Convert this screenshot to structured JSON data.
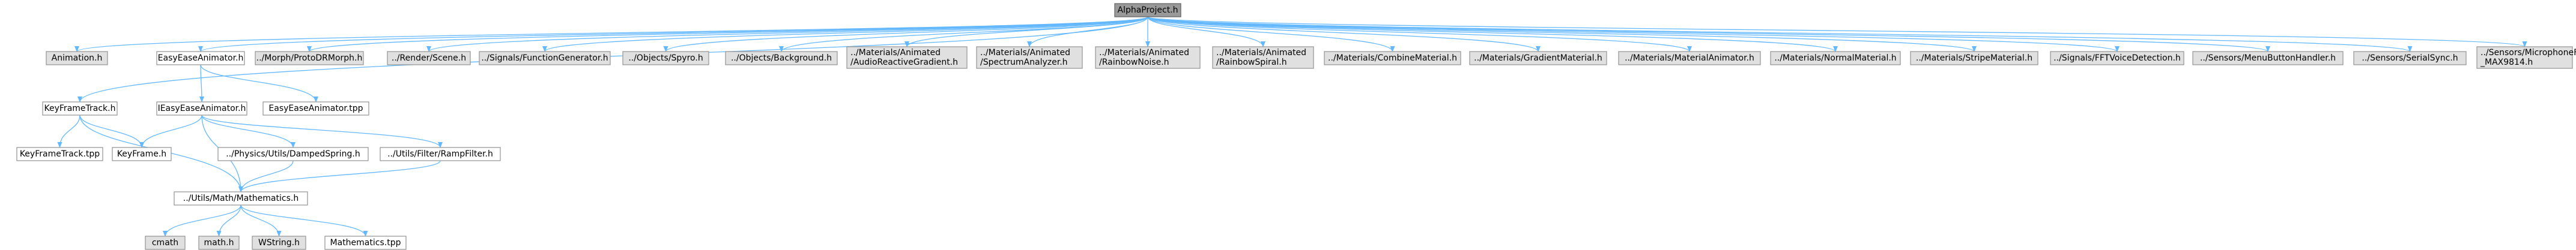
{
  "diagram": {
    "title": "",
    "colors": {
      "root_fill": "#999999",
      "root_border": "#666666",
      "system_fill": "#e0e0e0",
      "system_border": "#999999",
      "local_fill": "#ffffff",
      "local_border": "#999999",
      "edge": "#63b8ff",
      "text": "#000000"
    },
    "nodes": [
      {
        "id": "root",
        "style": "root",
        "lines": [
          "AlphaProject.h"
        ]
      },
      {
        "id": "animation",
        "style": "system",
        "lines": [
          "Animation.h"
        ]
      },
      {
        "id": "easeanimator",
        "style": "local",
        "lines": [
          "EasyEaseAnimator.h"
        ]
      },
      {
        "id": "protodrmorph",
        "style": "system",
        "lines": [
          "../Morph/ProtoDRMorph.h"
        ]
      },
      {
        "id": "scene",
        "style": "system",
        "lines": [
          "../Render/Scene.h"
        ]
      },
      {
        "id": "funcgen",
        "style": "system",
        "lines": [
          "../Signals/FunctionGenerator.h"
        ]
      },
      {
        "id": "spyro",
        "style": "system",
        "lines": [
          "../Objects/Spyro.h"
        ]
      },
      {
        "id": "background",
        "style": "system",
        "lines": [
          "../Objects/Background.h"
        ]
      },
      {
        "id": "audiograd",
        "style": "system",
        "lines": [
          "../Materials/Animated",
          "/AudioReactiveGradient.h"
        ]
      },
      {
        "id": "spectrum",
        "style": "system",
        "lines": [
          "../Materials/Animated",
          "/SpectrumAnalyzer.h"
        ]
      },
      {
        "id": "rainbownoise",
        "style": "system",
        "lines": [
          "../Materials/Animated",
          "/RainbowNoise.h"
        ]
      },
      {
        "id": "rainbowspiral",
        "style": "system",
        "lines": [
          "../Materials/Animated",
          "/RainbowSpiral.h"
        ]
      },
      {
        "id": "combinemat",
        "style": "system",
        "lines": [
          "../Materials/CombineMaterial.h"
        ]
      },
      {
        "id": "gradientmat",
        "style": "system",
        "lines": [
          "../Materials/GradientMaterial.h"
        ]
      },
      {
        "id": "materialanim",
        "style": "system",
        "lines": [
          "../Materials/MaterialAnimator.h"
        ]
      },
      {
        "id": "normalmat",
        "style": "system",
        "lines": [
          "../Materials/NormalMaterial.h"
        ]
      },
      {
        "id": "stripemat",
        "style": "system",
        "lines": [
          "../Materials/StripeMaterial.h"
        ]
      },
      {
        "id": "fftvoice",
        "style": "system",
        "lines": [
          "../Signals/FFTVoiceDetection.h"
        ]
      },
      {
        "id": "menubutton",
        "style": "system",
        "lines": [
          "../Sensors/MenuButtonHandler.h"
        ]
      },
      {
        "id": "serialsync",
        "style": "system",
        "lines": [
          "../Sensors/SerialSync.h"
        ]
      },
      {
        "id": "micfourier",
        "style": "system",
        "lines": [
          "../Sensors/MicrophoneFourier",
          "_MAX9814.h"
        ]
      },
      {
        "id": "keyframetrack",
        "style": "local",
        "lines": [
          "KeyFrameTrack.h"
        ]
      },
      {
        "id": "ieaseanimator",
        "style": "local",
        "lines": [
          "IEasyEaseAnimator.h"
        ]
      },
      {
        "id": "easeanimatortpp",
        "style": "local",
        "lines": [
          "EasyEaseAnimator.tpp"
        ]
      },
      {
        "id": "keyframetracktpp",
        "style": "local",
        "lines": [
          "KeyFrameTrack.tpp"
        ]
      },
      {
        "id": "keyframe",
        "style": "local",
        "lines": [
          "KeyFrame.h"
        ]
      },
      {
        "id": "dampedspring",
        "style": "local",
        "lines": [
          "../Physics/Utils/DampedSpring.h"
        ]
      },
      {
        "id": "rampfilter",
        "style": "local",
        "lines": [
          "../Utils/Filter/RampFilter.h"
        ]
      },
      {
        "id": "mathematics",
        "style": "local",
        "lines": [
          "../Utils/Math/Mathematics.h"
        ]
      },
      {
        "id": "cmath",
        "style": "system",
        "lines": [
          "cmath"
        ]
      },
      {
        "id": "mathh",
        "style": "system",
        "lines": [
          "math.h"
        ]
      },
      {
        "id": "wstring",
        "style": "system",
        "lines": [
          "WString.h"
        ]
      },
      {
        "id": "mathtpp",
        "style": "local",
        "lines": [
          "Mathematics.tpp"
        ]
      }
    ],
    "edges": [
      [
        "root",
        "animation"
      ],
      [
        "root",
        "easeanimator"
      ],
      [
        "root",
        "protodrmorph"
      ],
      [
        "root",
        "scene"
      ],
      [
        "root",
        "funcgen"
      ],
      [
        "root",
        "spyro"
      ],
      [
        "root",
        "background"
      ],
      [
        "root",
        "audiograd"
      ],
      [
        "root",
        "spectrum"
      ],
      [
        "root",
        "rainbownoise"
      ],
      [
        "root",
        "rainbowspiral"
      ],
      [
        "root",
        "combinemat"
      ],
      [
        "root",
        "gradientmat"
      ],
      [
        "root",
        "materialanim"
      ],
      [
        "root",
        "normalmat"
      ],
      [
        "root",
        "stripemat"
      ],
      [
        "root",
        "fftvoice"
      ],
      [
        "root",
        "menubutton"
      ],
      [
        "root",
        "serialsync"
      ],
      [
        "root",
        "micfourier"
      ],
      [
        "root",
        "keyframetrack"
      ],
      [
        "easeanimator",
        "ieaseanimator"
      ],
      [
        "easeanimator",
        "easeanimatortpp"
      ],
      [
        "keyframetrack",
        "keyframetracktpp"
      ],
      [
        "keyframetrack",
        "keyframe"
      ],
      [
        "keyframetrack",
        "mathematics"
      ],
      [
        "ieaseanimator",
        "keyframe"
      ],
      [
        "ieaseanimator",
        "dampedspring"
      ],
      [
        "ieaseanimator",
        "rampfilter"
      ],
      [
        "ieaseanimator",
        "mathematics"
      ],
      [
        "dampedspring",
        "mathematics"
      ],
      [
        "rampfilter",
        "mathematics"
      ],
      [
        "mathematics",
        "cmath"
      ],
      [
        "mathematics",
        "mathh"
      ],
      [
        "mathematics",
        "wstring"
      ],
      [
        "mathematics",
        "mathtpp"
      ]
    ]
  }
}
